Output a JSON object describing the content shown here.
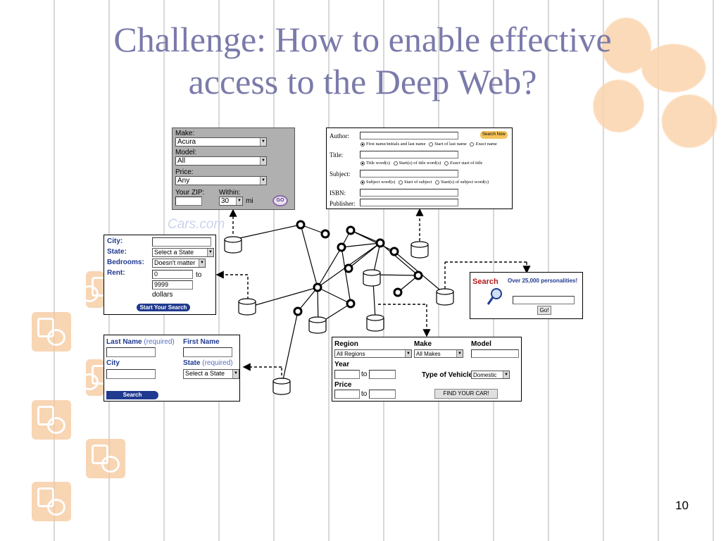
{
  "slide": {
    "title_line1": "Challenge: How to enable effective",
    "title_line2": "access to the Deep Web?",
    "page_number": "10"
  },
  "cars_form": {
    "make_label": "Make:",
    "make_value": "Acura",
    "model_label": "Model:",
    "model_value": "All",
    "price_label": "Price:",
    "price_value": "Any",
    "zip_label": "Your ZIP:",
    "within_label": "Within:",
    "within_value": "30",
    "unit": "mi",
    "go_label": "GO",
    "watermark": "Cars.com"
  },
  "book_form": {
    "author_label": "Author:",
    "search_now": "Search Now",
    "author_opt1": "First name/initials and last name",
    "author_opt2": "Start of last name",
    "author_opt3_italic": "Exact",
    "author_opt3": "name",
    "title_label": "Title:",
    "title_opt1": "Title word(s)",
    "title_opt2": "Start(s) of title word(s)",
    "title_opt3_italic": "Exact",
    "title_opt3": "start of title",
    "subject_label": "Subject:",
    "subject_opt1": "Subject word(s)",
    "subject_opt2": "Start of subject",
    "subject_opt3": "Start(s) of subject word(s)",
    "isbn_label": "ISBN:",
    "publisher_label": "Publisher:"
  },
  "rental_form": {
    "city_label": "City:",
    "state_label": "State:",
    "state_value": "Select a State",
    "bedrooms_label": "Bedrooms:",
    "bedrooms_value": "Doesn't matter",
    "rent_label": "Rent:",
    "rent_min": "0",
    "to_label": "to",
    "rent_max": "9999",
    "dollars_label": "dollars",
    "search_button": "Start Your Search"
  },
  "personality_form": {
    "search_label": "Search",
    "tagline": "Over 25,000 personalities!",
    "go_button": "Go!"
  },
  "people_form": {
    "last_name_label": "Last Name",
    "first_name_label": "First Name",
    "required_note": "(required)",
    "city_label": "City",
    "state_label": "State",
    "state_value": "Select a State",
    "search_button": "Search"
  },
  "car_search_form": {
    "region_label": "Region",
    "region_value": "All Regions",
    "make_label": "Make",
    "make_value": "All Makes",
    "model_label": "Model",
    "year_label": "Year",
    "to_label": "to",
    "vehicle_type_label": "Type of Vehicle",
    "vehicle_type_value": "Domestic",
    "price_label": "Price",
    "find_button": "FIND YOUR CAR!"
  },
  "colors": {
    "title": "#7a7aaa",
    "seal": "#f6c79a",
    "button_blue": "#1f3a8f",
    "personality_red": "#b31b1b",
    "personality_blue": "#1f3a8f"
  }
}
